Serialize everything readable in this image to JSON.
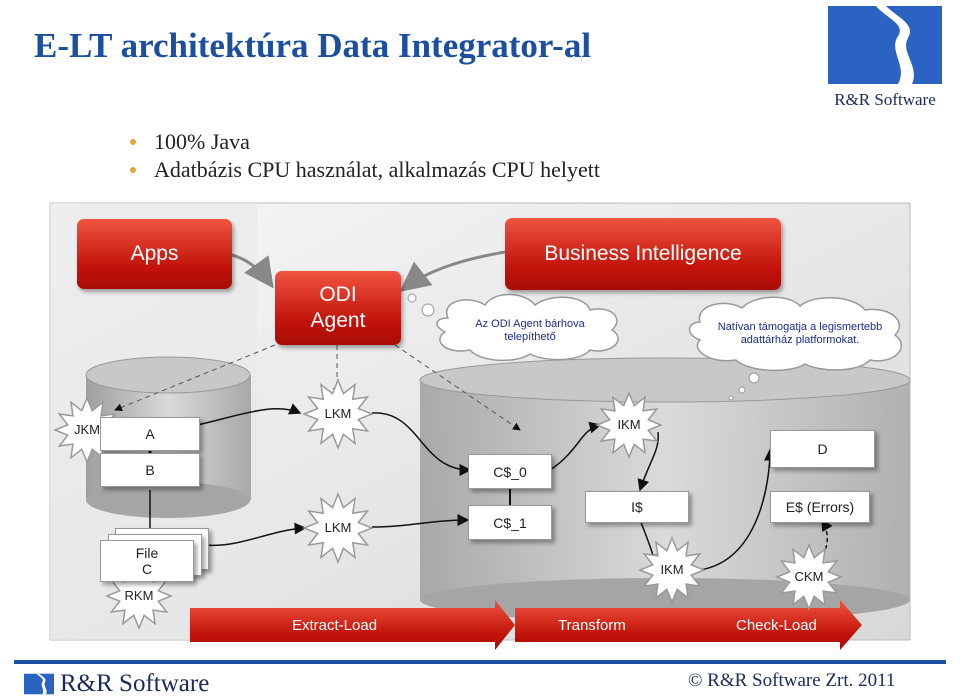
{
  "title": "E-LT architektúra Data Integrator-al",
  "bullets": [
    "100% Java",
    "Adatbázis CPU használat, alkalmazás CPU helyett"
  ],
  "logo": {
    "text": "R&R Software"
  },
  "diagram": {
    "apps": "Apps",
    "odi_agent_line1": "ODI",
    "odi_agent_line2": "Agent",
    "business_intelligence": "Business Intelligence",
    "note_agent": "Az ODI Agent bárhova telepíthető",
    "note_native": "Natívan támogatja a legismertebb adattárház platformokat.",
    "jkm": "JKM",
    "source_a": "A",
    "source_b": "B",
    "file": "File",
    "file_c": "C",
    "rkm": "RKM",
    "lkm_top": "LKM",
    "lkm_bottom": "LKM",
    "c0": "C$_0",
    "c1": "C$_1",
    "ikm_top": "IKM",
    "i_dollar": "I$",
    "ikm_bottom": "IKM",
    "target_d": "D",
    "errors": "E$ (Errors)",
    "ckm": "CKM",
    "phases": [
      "Extract-Load",
      "Transform",
      "Check-Load"
    ]
  },
  "footer": {
    "company": "R&R Software",
    "copyright": "© R&R Software Zrt. 2011"
  },
  "colors": {
    "title": "#1d4fa0",
    "accent_red": "#c1120a",
    "bullet": "#e3a23a"
  }
}
